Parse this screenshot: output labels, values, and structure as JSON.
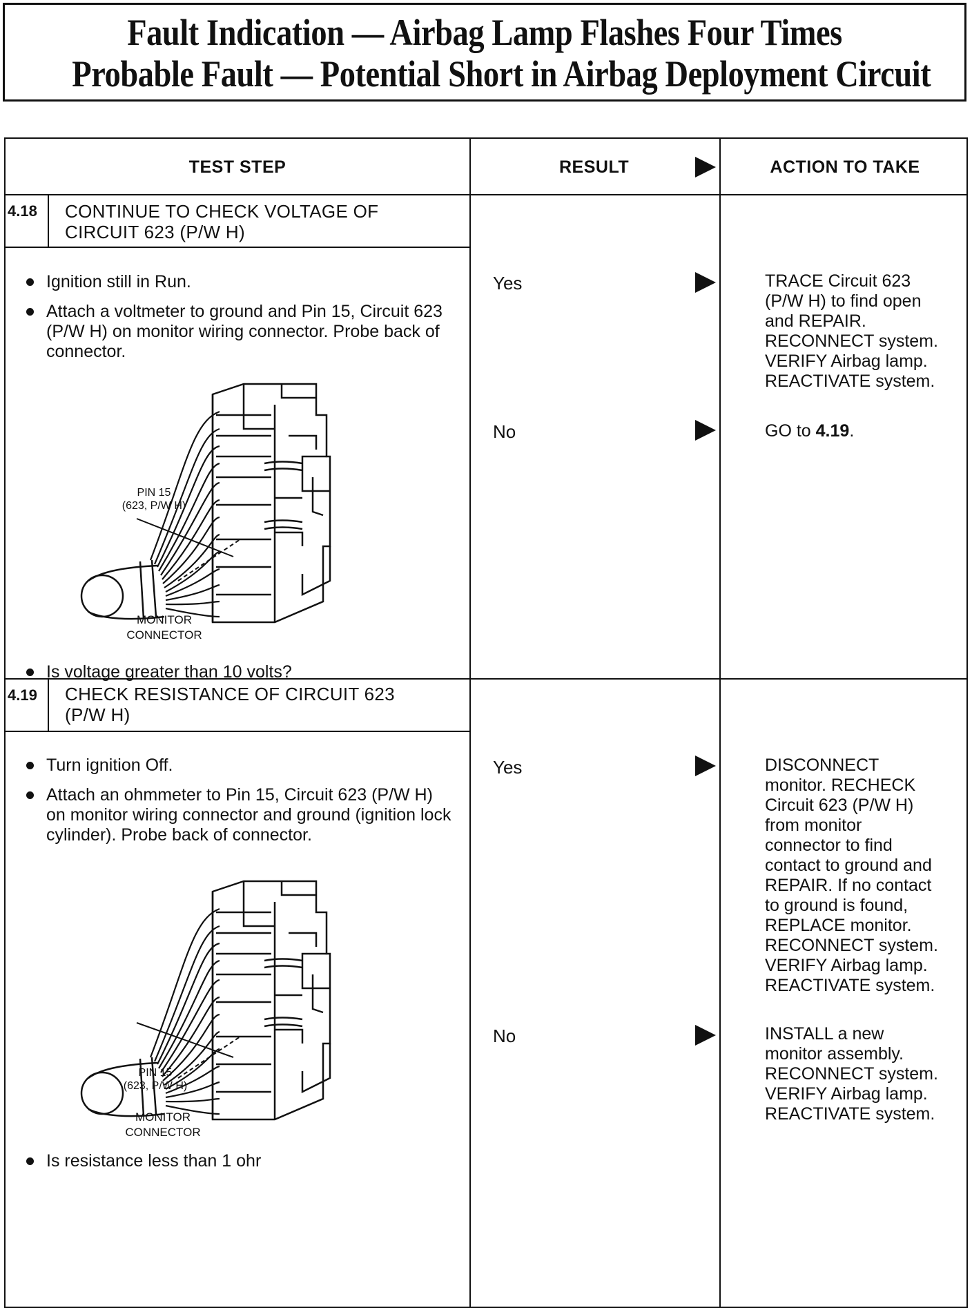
{
  "title": {
    "line1": "Fault Indication — Airbag Lamp Flashes Four Times",
    "line2": "Probable Fault — Potential Short in Airbag Deployment Circuit"
  },
  "headers": {
    "test_step": "TEST STEP",
    "result": "RESULT",
    "action": "ACTION TO TAKE"
  },
  "steps": [
    {
      "number": "4.18",
      "title": "CONTINUE TO CHECK VOLTAGE OF\nCIRCUIT 623 (P/W H)",
      "bullets": [
        "Ignition still in Run.",
        "Attach a voltmeter to ground and Pin 15, Circuit 623 (P/W H) on monitor wiring connector. Probe back of connector."
      ],
      "diagram": {
        "pin_label": "PIN 15\n(623, P/W H)",
        "connector_label": "MONITOR\nCONNECTOR"
      },
      "question": "Is voltage greater than 10 volts?",
      "results": [
        {
          "result": "Yes",
          "action": "TRACE Circuit 623\n(P/W H) to find open\nand REPAIR.\nRECONNECT system.\nVERIFY Airbag lamp.\nREACTIVATE system."
        },
        {
          "result": "No",
          "action_prefix": "GO to ",
          "action_ref": "4.19",
          "action_suffix": "."
        }
      ]
    },
    {
      "number": "4.19",
      "title": "CHECK RESISTANCE OF CIRCUIT 623\n(P/W H)",
      "bullets": [
        "Turn ignition Off.",
        "Attach an ohmmeter to Pin 15, Circuit 623 (P/W H) on monitor wiring connector and ground (ignition lock cylinder). Probe back of connector."
      ],
      "diagram": {
        "pin_label": "PIN 15\n(623, P/W H)",
        "connector_label": "MONITOR\nCONNECTOR"
      },
      "question": "Is resistance less than 1 ohr",
      "results": [
        {
          "result": "Yes",
          "action": "DISCONNECT\nmonitor. RECHECK\nCircuit 623 (P/W H)\nfrom monitor\nconnector to find\ncontact to ground and\nREPAIR. If no contact\nto ground is found,\nREPLACE monitor.\nRECONNECT system.\nVERIFY Airbag lamp.\nREACTIVATE system."
        },
        {
          "result": "No",
          "action": "INSTALL a new\nmonitor assembly.\nRECONNECT system.\nVERIFY Airbag lamp.\nREACTIVATE system."
        }
      ]
    }
  ]
}
